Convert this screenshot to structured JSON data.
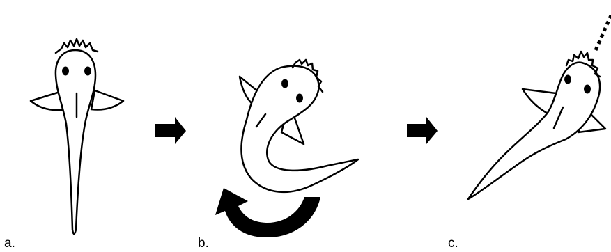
{
  "panels": {
    "a": {
      "label": "a."
    },
    "b": {
      "label": "b."
    },
    "c": {
      "label": "c."
    }
  },
  "colors": {
    "outline": "#000000",
    "fill": "#ffffff",
    "arrow": "#000000"
  },
  "icons": {
    "step_arrow": "right-arrow-icon",
    "turn_arrow": "curved-arrow-icon",
    "trajectory": "dotted-line"
  }
}
